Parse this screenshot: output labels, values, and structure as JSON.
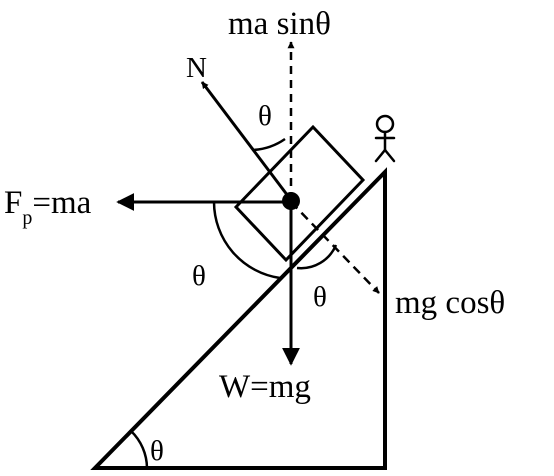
{
  "labels": {
    "ma_sin": "ma sinθ",
    "normal": "N",
    "theta_top": "θ",
    "fp_main": "F",
    "fp_sub": "p",
    "fp_rest": "=ma",
    "theta_left": "θ",
    "theta_right": "θ",
    "mg_cos": "mg cosθ",
    "weight": "W=mg",
    "theta_base": "θ"
  },
  "colors": {
    "ink": "#000000",
    "background": "#ffffff"
  }
}
